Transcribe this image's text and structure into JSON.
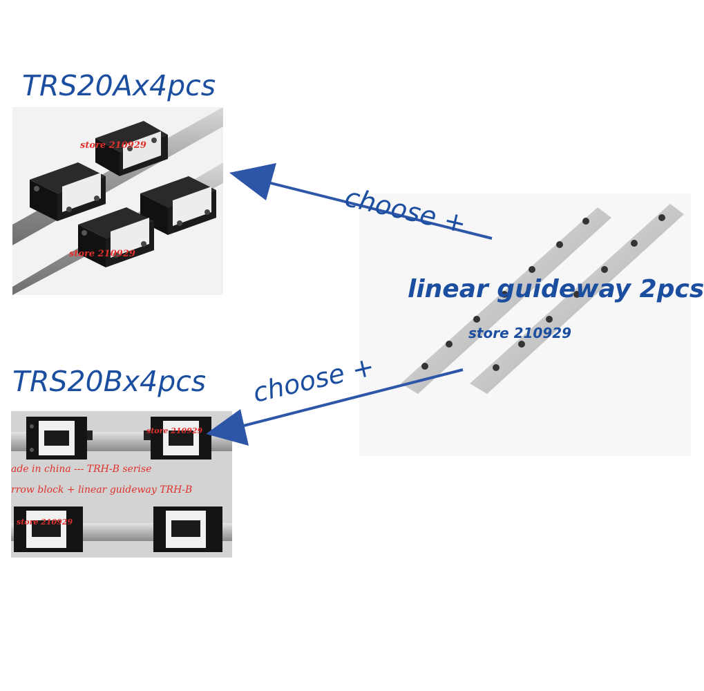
{
  "title_a": "TRS20Ax4pcs",
  "title_b": "TRS20Bx4pcs",
  "rail_label": "linear guideway 2pcs",
  "store_label": "store 210929",
  "arrow_a_label": "choose +",
  "arrow_b_label": "choose +",
  "photo_a": {
    "watermark_1": "store 210929",
    "watermark_2": "store 210929"
  },
  "photo_b": {
    "watermark_1": "store 210929",
    "watermark_2": "store 210929",
    "caption_1": "ade in china --- TRH-B serise",
    "caption_2": "rrow block + linear guideway TRH-B"
  },
  "colors": {
    "title": "#1c4ea0",
    "arrow": "#2d56a8",
    "watermark": "#e0302c"
  }
}
